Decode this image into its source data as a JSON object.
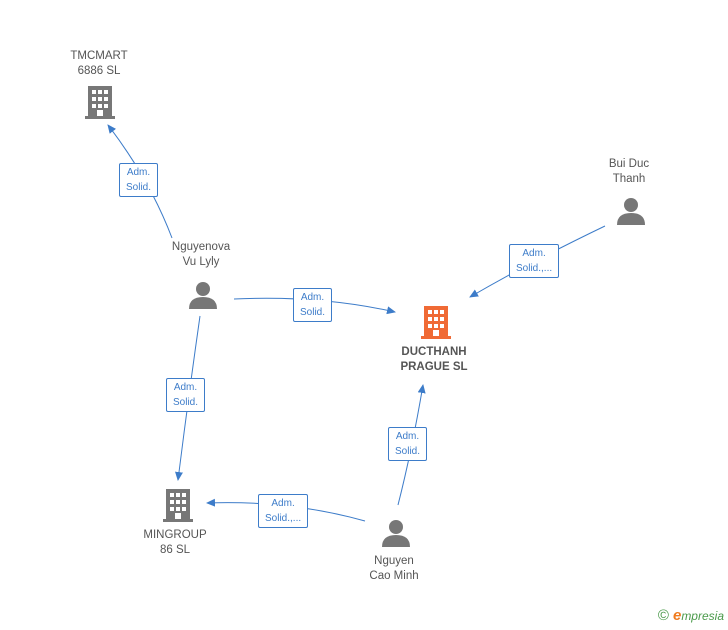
{
  "nodes": {
    "tmcmart": {
      "line1": "TMCMART",
      "line2": "6886  SL",
      "type": "company"
    },
    "nguyenova": {
      "line1": "Nguyenova",
      "line2": "Vu Lyly",
      "type": "person"
    },
    "bui_duc": {
      "line1": "Bui Duc",
      "line2": "Thanh",
      "type": "person"
    },
    "ducthanh": {
      "line1": "DUCTHANH",
      "line2": "PRAGUE  SL",
      "type": "company-main"
    },
    "mingroup": {
      "line1": "MINGROUP",
      "line2": "86  SL",
      "type": "company"
    },
    "nguyen_cao": {
      "line1": "Nguyen",
      "line2": "Cao Minh",
      "type": "person"
    }
  },
  "edges": {
    "e1": {
      "line1": "Adm.",
      "line2": "Solid."
    },
    "e2": {
      "line1": "Adm.",
      "line2": "Solid."
    },
    "e3": {
      "line1": "Adm.",
      "line2": "Solid.,..."
    },
    "e4": {
      "line1": "Adm.",
      "line2": "Solid."
    },
    "e5": {
      "line1": "Adm.",
      "line2": "Solid."
    },
    "e6": {
      "line1": "Adm.",
      "line2": "Solid.,..."
    }
  },
  "colors": {
    "edge": "#3d7cc9",
    "icon_gray": "#777777",
    "icon_main": "#f06a35",
    "brand_green": "#4a9a4a",
    "brand_orange": "#f07b1e"
  },
  "footer": {
    "copyright_symbol": "©",
    "brand_initial": "e",
    "brand_rest": "mpresia"
  }
}
